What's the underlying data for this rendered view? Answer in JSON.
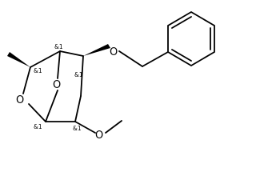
{
  "molecule": {
    "atom_labels": {
      "ring_oxygen_left": "O",
      "bridge_oxygen": "O",
      "benzyloxy_oxygen": "O",
      "methoxy_oxygen": "O"
    },
    "stereo_labels": {
      "methyl_carbon": "&1",
      "bridgehead_top": "&1",
      "benzyloxy_carbon": "&1",
      "anomeric_carbon": "&1",
      "methoxy_carbon": "&1"
    }
  }
}
